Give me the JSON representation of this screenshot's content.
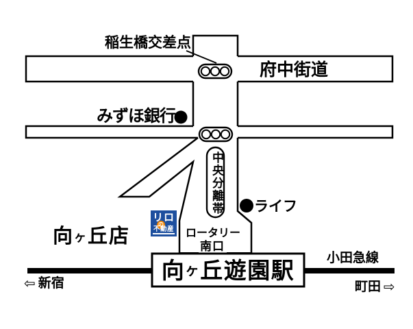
{
  "colors": {
    "background": "#ffffff",
    "line": "#000000",
    "logo_blue": "#1d4f9e",
    "logo_orange": "#f08300",
    "logo_text": "#ffffff"
  },
  "labels": {
    "intersection": "稲生橋交差点",
    "road_top": "府中街道",
    "bank": "みずほ銀行",
    "median_strip": "中央分離帯",
    "supermarket": "ライフ",
    "store_name": {
      "pre": "向",
      "small": "ヶ",
      "post": "丘店",
      "full": "向ヶ丘店"
    },
    "rotary": "ロータリー",
    "south_exit": "南口",
    "station_name": {
      "pre": "向",
      "small": "ヶ",
      "post": "丘遊園駅",
      "full": "向ヶ丘遊園駅"
    },
    "rail_line": "小田急線",
    "direction_left": "新宿",
    "direction_right": "町田"
  },
  "icons": {
    "arrow_left": "⇦",
    "arrow_right": "⇨",
    "traffic_signal": "traffic-signal-icon",
    "landmark_dot": "landmark-dot-icon"
  },
  "logo": {
    "top": "リロ",
    "no": "の",
    "bottom": "不動産"
  }
}
